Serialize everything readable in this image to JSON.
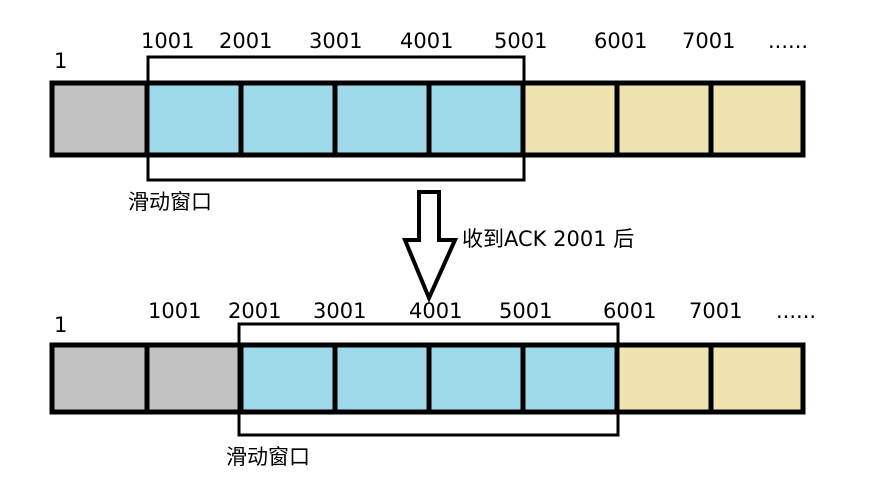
{
  "diagrams": [
    {
      "start_label": "1",
      "offsets": [
        "1001",
        "2001",
        "3001",
        "4001",
        "5001",
        "6001",
        "7001",
        "......"
      ],
      "segments": [
        {
          "state": "acked"
        },
        {
          "state": "window"
        },
        {
          "state": "window"
        },
        {
          "state": "window"
        },
        {
          "state": "window"
        },
        {
          "state": "unsent"
        },
        {
          "state": "unsent"
        },
        {
          "state": "unsent"
        }
      ],
      "window_label": "滑动窗口"
    },
    {
      "start_label": "1",
      "offsets": [
        "1001",
        "2001",
        "3001",
        "4001",
        "5001",
        "6001",
        "7001",
        "......"
      ],
      "segments": [
        {
          "state": "acked"
        },
        {
          "state": "acked"
        },
        {
          "state": "window"
        },
        {
          "state": "window"
        },
        {
          "state": "window"
        },
        {
          "state": "window"
        },
        {
          "state": "unsent"
        },
        {
          "state": "unsent"
        }
      ],
      "window_label": "滑动窗口"
    }
  ],
  "transition_label": "收到ACK 2001 后",
  "colors": {
    "acked": "#c2c2c2",
    "window": "#9ed9ea",
    "unsent": "#efe3b0",
    "border": "#000000"
  }
}
